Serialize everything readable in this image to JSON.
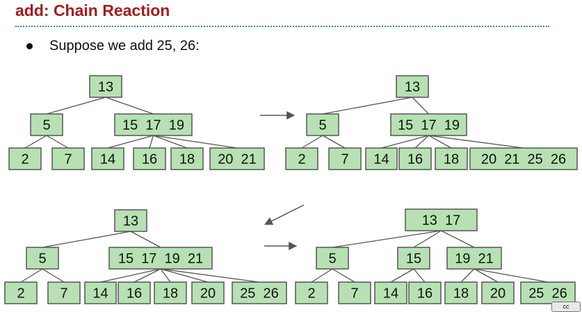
{
  "slide": {
    "title": "add: Chain Reaction",
    "bullet": "Suppose we add 25, 26:",
    "badge": "cc"
  },
  "trees": [
    {
      "name": "tree-1",
      "nodes": [
        {
          "id": "root",
          "label": "13"
        },
        {
          "id": "n5",
          "label": "5"
        },
        {
          "id": "n15",
          "label": "15  17  19"
        },
        {
          "id": "l2",
          "label": "2"
        },
        {
          "id": "l7",
          "label": "7"
        },
        {
          "id": "l14",
          "label": "14"
        },
        {
          "id": "l16",
          "label": "16"
        },
        {
          "id": "l18",
          "label": "18"
        },
        {
          "id": "l20",
          "label": "20  21"
        }
      ],
      "edges": [
        [
          "root",
          "n5"
        ],
        [
          "root",
          "n15"
        ],
        [
          "n5",
          "l2"
        ],
        [
          "n5",
          "l7"
        ],
        [
          "n15",
          "l14"
        ],
        [
          "n15",
          "l16"
        ],
        [
          "n15",
          "l18"
        ],
        [
          "n15",
          "l20"
        ]
      ]
    },
    {
      "name": "tree-2",
      "nodes": [
        {
          "id": "root",
          "label": "13"
        },
        {
          "id": "n5",
          "label": "5"
        },
        {
          "id": "n15",
          "label": "15  17  19"
        },
        {
          "id": "l2",
          "label": "2"
        },
        {
          "id": "l7",
          "label": "7"
        },
        {
          "id": "l14",
          "label": "14"
        },
        {
          "id": "l16",
          "label": "16"
        },
        {
          "id": "l18",
          "label": "18"
        },
        {
          "id": "l20",
          "label": "20  21  25  26"
        }
      ],
      "edges": [
        [
          "root",
          "n5"
        ],
        [
          "root",
          "n15"
        ],
        [
          "n5",
          "l2"
        ],
        [
          "n5",
          "l7"
        ],
        [
          "n15",
          "l14"
        ],
        [
          "n15",
          "l16"
        ],
        [
          "n15",
          "l18"
        ],
        [
          "n15",
          "l20"
        ]
      ]
    },
    {
      "name": "tree-3",
      "nodes": [
        {
          "id": "root",
          "label": "13"
        },
        {
          "id": "n5",
          "label": "5"
        },
        {
          "id": "n15",
          "label": "15  17  19  21"
        },
        {
          "id": "l2",
          "label": "2"
        },
        {
          "id": "l7",
          "label": "7"
        },
        {
          "id": "l14",
          "label": "14"
        },
        {
          "id": "l16",
          "label": "16"
        },
        {
          "id": "l18",
          "label": "18"
        },
        {
          "id": "l20",
          "label": "20"
        },
        {
          "id": "l25",
          "label": "25  26"
        }
      ],
      "edges": [
        [
          "root",
          "n5"
        ],
        [
          "root",
          "n15"
        ],
        [
          "n5",
          "l2"
        ],
        [
          "n5",
          "l7"
        ],
        [
          "n15",
          "l14"
        ],
        [
          "n15",
          "l16"
        ],
        [
          "n15",
          "l18"
        ],
        [
          "n15",
          "l20"
        ],
        [
          "n15",
          "l25"
        ]
      ]
    },
    {
      "name": "tree-4",
      "nodes": [
        {
          "id": "root",
          "label": "13  17"
        },
        {
          "id": "n5",
          "label": "5"
        },
        {
          "id": "n15",
          "label": "15"
        },
        {
          "id": "n19",
          "label": "19  21"
        },
        {
          "id": "l2",
          "label": "2"
        },
        {
          "id": "l7",
          "label": "7"
        },
        {
          "id": "l14",
          "label": "14"
        },
        {
          "id": "l16",
          "label": "16"
        },
        {
          "id": "l18",
          "label": "18"
        },
        {
          "id": "l20",
          "label": "20"
        },
        {
          "id": "l25",
          "label": "25  26"
        }
      ],
      "edges": [
        [
          "root",
          "n5"
        ],
        [
          "root",
          "n15"
        ],
        [
          "root",
          "n19"
        ],
        [
          "n5",
          "l2"
        ],
        [
          "n5",
          "l7"
        ],
        [
          "n15",
          "l14"
        ],
        [
          "n15",
          "l16"
        ],
        [
          "n19",
          "l18"
        ],
        [
          "n19",
          "l20"
        ],
        [
          "n19",
          "l25"
        ]
      ]
    }
  ]
}
